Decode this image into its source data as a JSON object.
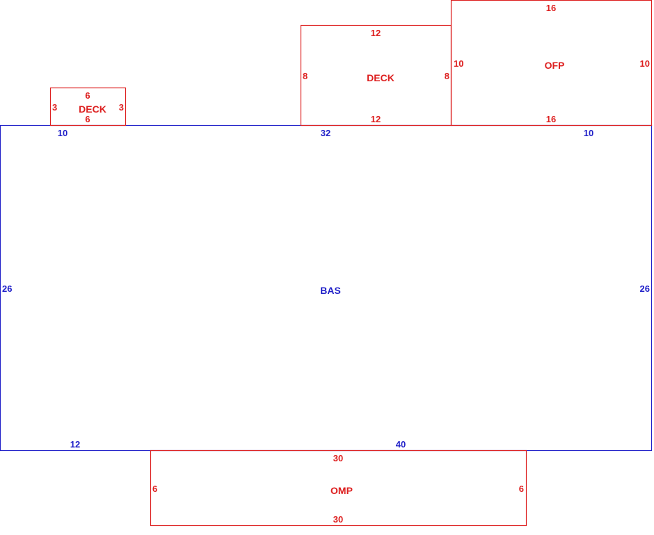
{
  "colors": {
    "main": "#1f1fc8",
    "addition": "#dd1f1f",
    "background": "#ffffff"
  },
  "areas": {
    "bas": {
      "label": "BAS",
      "dims": {
        "top_left": "10",
        "top_mid": "32",
        "top_right": "10",
        "left": "26",
        "right": "26",
        "bottom_left": "12",
        "bottom_right": "40"
      }
    },
    "deck_small": {
      "label": "DECK",
      "dims": {
        "top": "6",
        "bottom": "6",
        "left": "3",
        "right": "3"
      }
    },
    "deck_large": {
      "label": "DECK",
      "dims": {
        "top": "12",
        "bottom": "12",
        "left": "8",
        "right": "8"
      }
    },
    "ofp": {
      "label": "OFP",
      "dims": {
        "top": "16",
        "bottom": "16",
        "left": "10",
        "right": "10"
      }
    },
    "omp": {
      "label": "OMP",
      "dims": {
        "top": "30",
        "bottom": "30",
        "left": "6",
        "right": "6"
      }
    }
  }
}
